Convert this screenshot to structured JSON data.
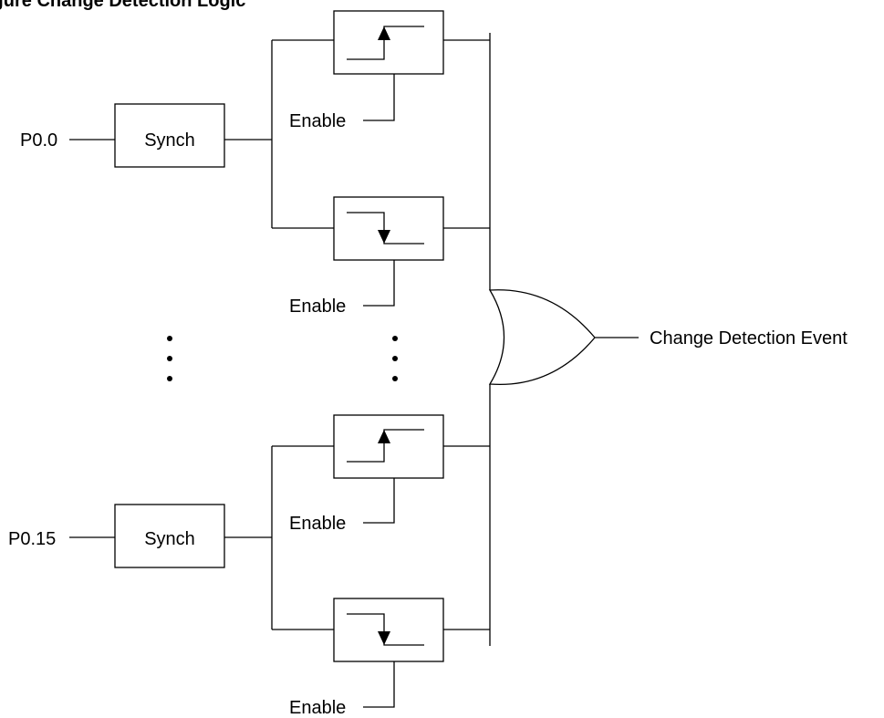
{
  "figure": {
    "caption_partial": "igure    Change Detection Logic"
  },
  "inputs": [
    {
      "label": "P0.0"
    },
    {
      "label": "P0.15"
    }
  ],
  "synch": {
    "label": "Synch"
  },
  "enable": {
    "label": "Enable"
  },
  "output": {
    "label": "Change Detection Event"
  },
  "edge_detectors": [
    {
      "edge": "rising"
    },
    {
      "edge": "falling"
    },
    {
      "edge": "rising"
    },
    {
      "edge": "falling"
    }
  ]
}
